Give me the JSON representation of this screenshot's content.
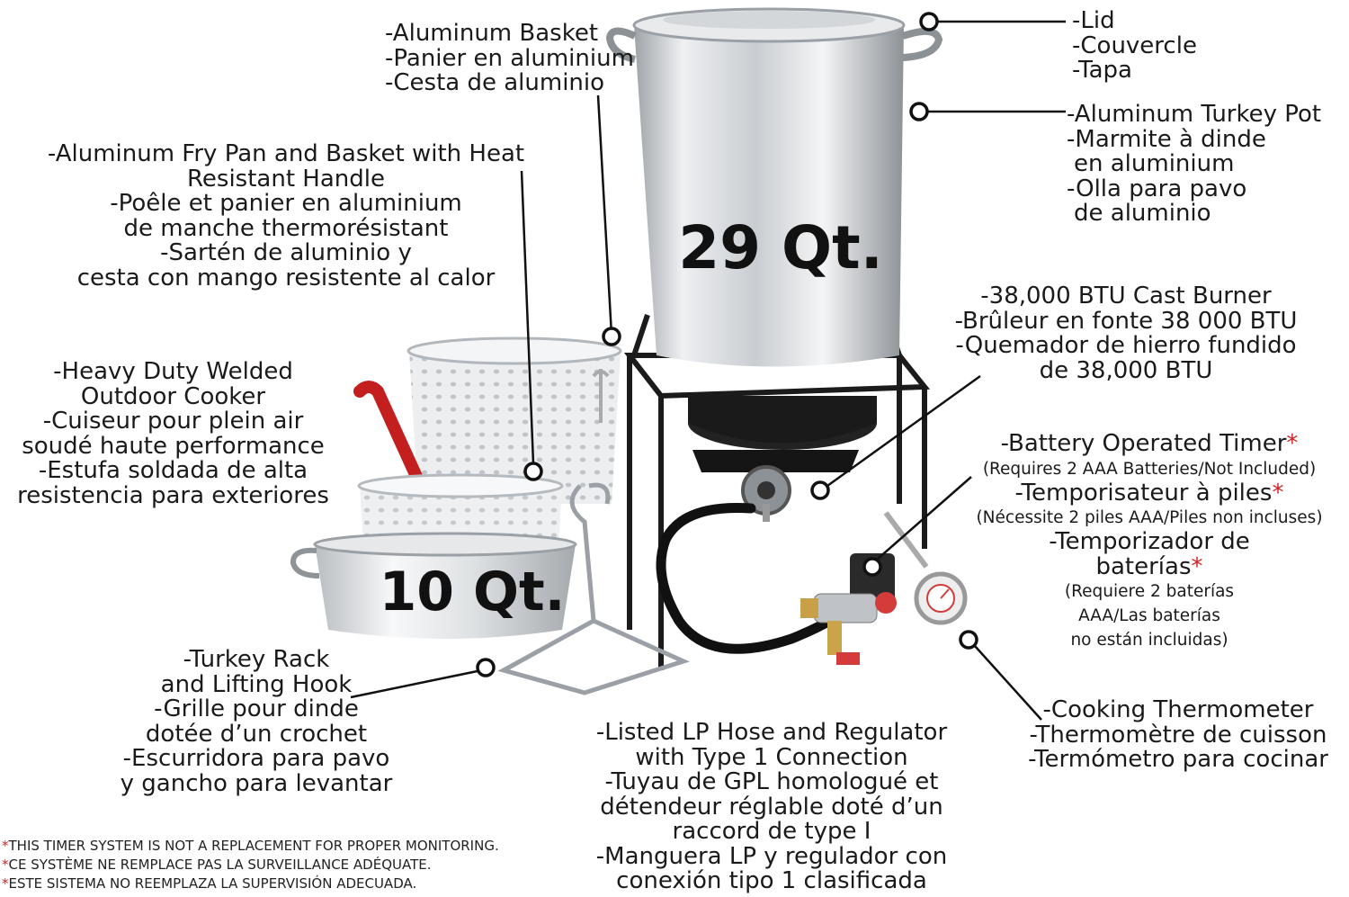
{
  "basket_label": [
    "-Aluminum Basket",
    "-Panier en aluminium",
    "-Cesta de aluminio"
  ],
  "fry_pan_label": [
    "-Aluminum Fry Pan and Basket with Heat",
    "Resistant Handle",
    "-Poêle et panier en aluminium",
    "de manche thermorésistant",
    "-Sartén de aluminio y",
    "cesta con mango resistente al calor"
  ],
  "cooker_label": [
    "-Heavy Duty Welded",
    "Outdoor Cooker",
    "-Cuiseur pour plein air",
    "soudé haute performance",
    "-Estufa soldada de alta",
    "resistencia para exteriores"
  ],
  "rack_label": [
    "-Turkey Rack",
    "and Lifting Hook",
    "-Grille pour dinde",
    "dotée d’un crochet",
    "-Escurridora para pavo",
    "y gancho para levantar"
  ],
  "lid_label": [
    "-Lid",
    "-Couvercle",
    "-Tapa"
  ],
  "pot_label": [
    "-Aluminum Turkey Pot",
    "-Marmite à dinde",
    "en aluminium",
    "-Olla para pavo",
    "de aluminio"
  ],
  "burner_label": [
    "-38,000 BTU Cast Burner",
    "-Brûleur en fonte 38 000 BTU",
    "-Quemador de hierro fundido",
    "de 38,000 BTU"
  ],
  "timer_label": {
    "en_title": "-Battery Operated Timer",
    "en_note": "(Requires 2 AAA Batteries/Not Included)",
    "fr_title": "-Temporisateur à piles",
    "fr_note": "(Nécessite 2 piles AAA/Piles non incluses)",
    "es_title_1": "-Temporizador de",
    "es_title_2": "baterías",
    "es_note": [
      "(Requiere 2 baterías",
      "AAA/Las baterías",
      "no están incluidas)"
    ],
    "asterisk": "*"
  },
  "thermometer_label": [
    "-Cooking Thermometer",
    "-Thermomètre de cuisson",
    "-Termómetro para cocinar"
  ],
  "hose_label": [
    "-Listed LP Hose and Regulator",
    "with Type 1 Connection",
    "-Tuyau de GPL homologué et",
    "détendeur réglable doté d’un",
    "raccord de type I",
    "-Manguera LP y regulador con",
    "conexión tipo 1 clasificada"
  ],
  "pot_size": "29 Qt.",
  "pan_size": "10 Qt.",
  "footnotes": {
    "asterisk": "*",
    "lines": [
      "THIS TIMER SYSTEM IS NOT A REPLACEMENT FOR PROPER MONITORING.",
      "CE SYSTÈME NE REMPLACE PAS LA SURVEILLANCE ADÉQUATE.",
      "ESTE SISTEMA NO REEMPLAZA LA SUPERVISIÓN ADECUADA."
    ]
  },
  "colors": {
    "accent_red": "#d62020",
    "text": "#1a1a1a",
    "frame": "#1b1b1b",
    "aluminum": "#d9dcdf"
  }
}
